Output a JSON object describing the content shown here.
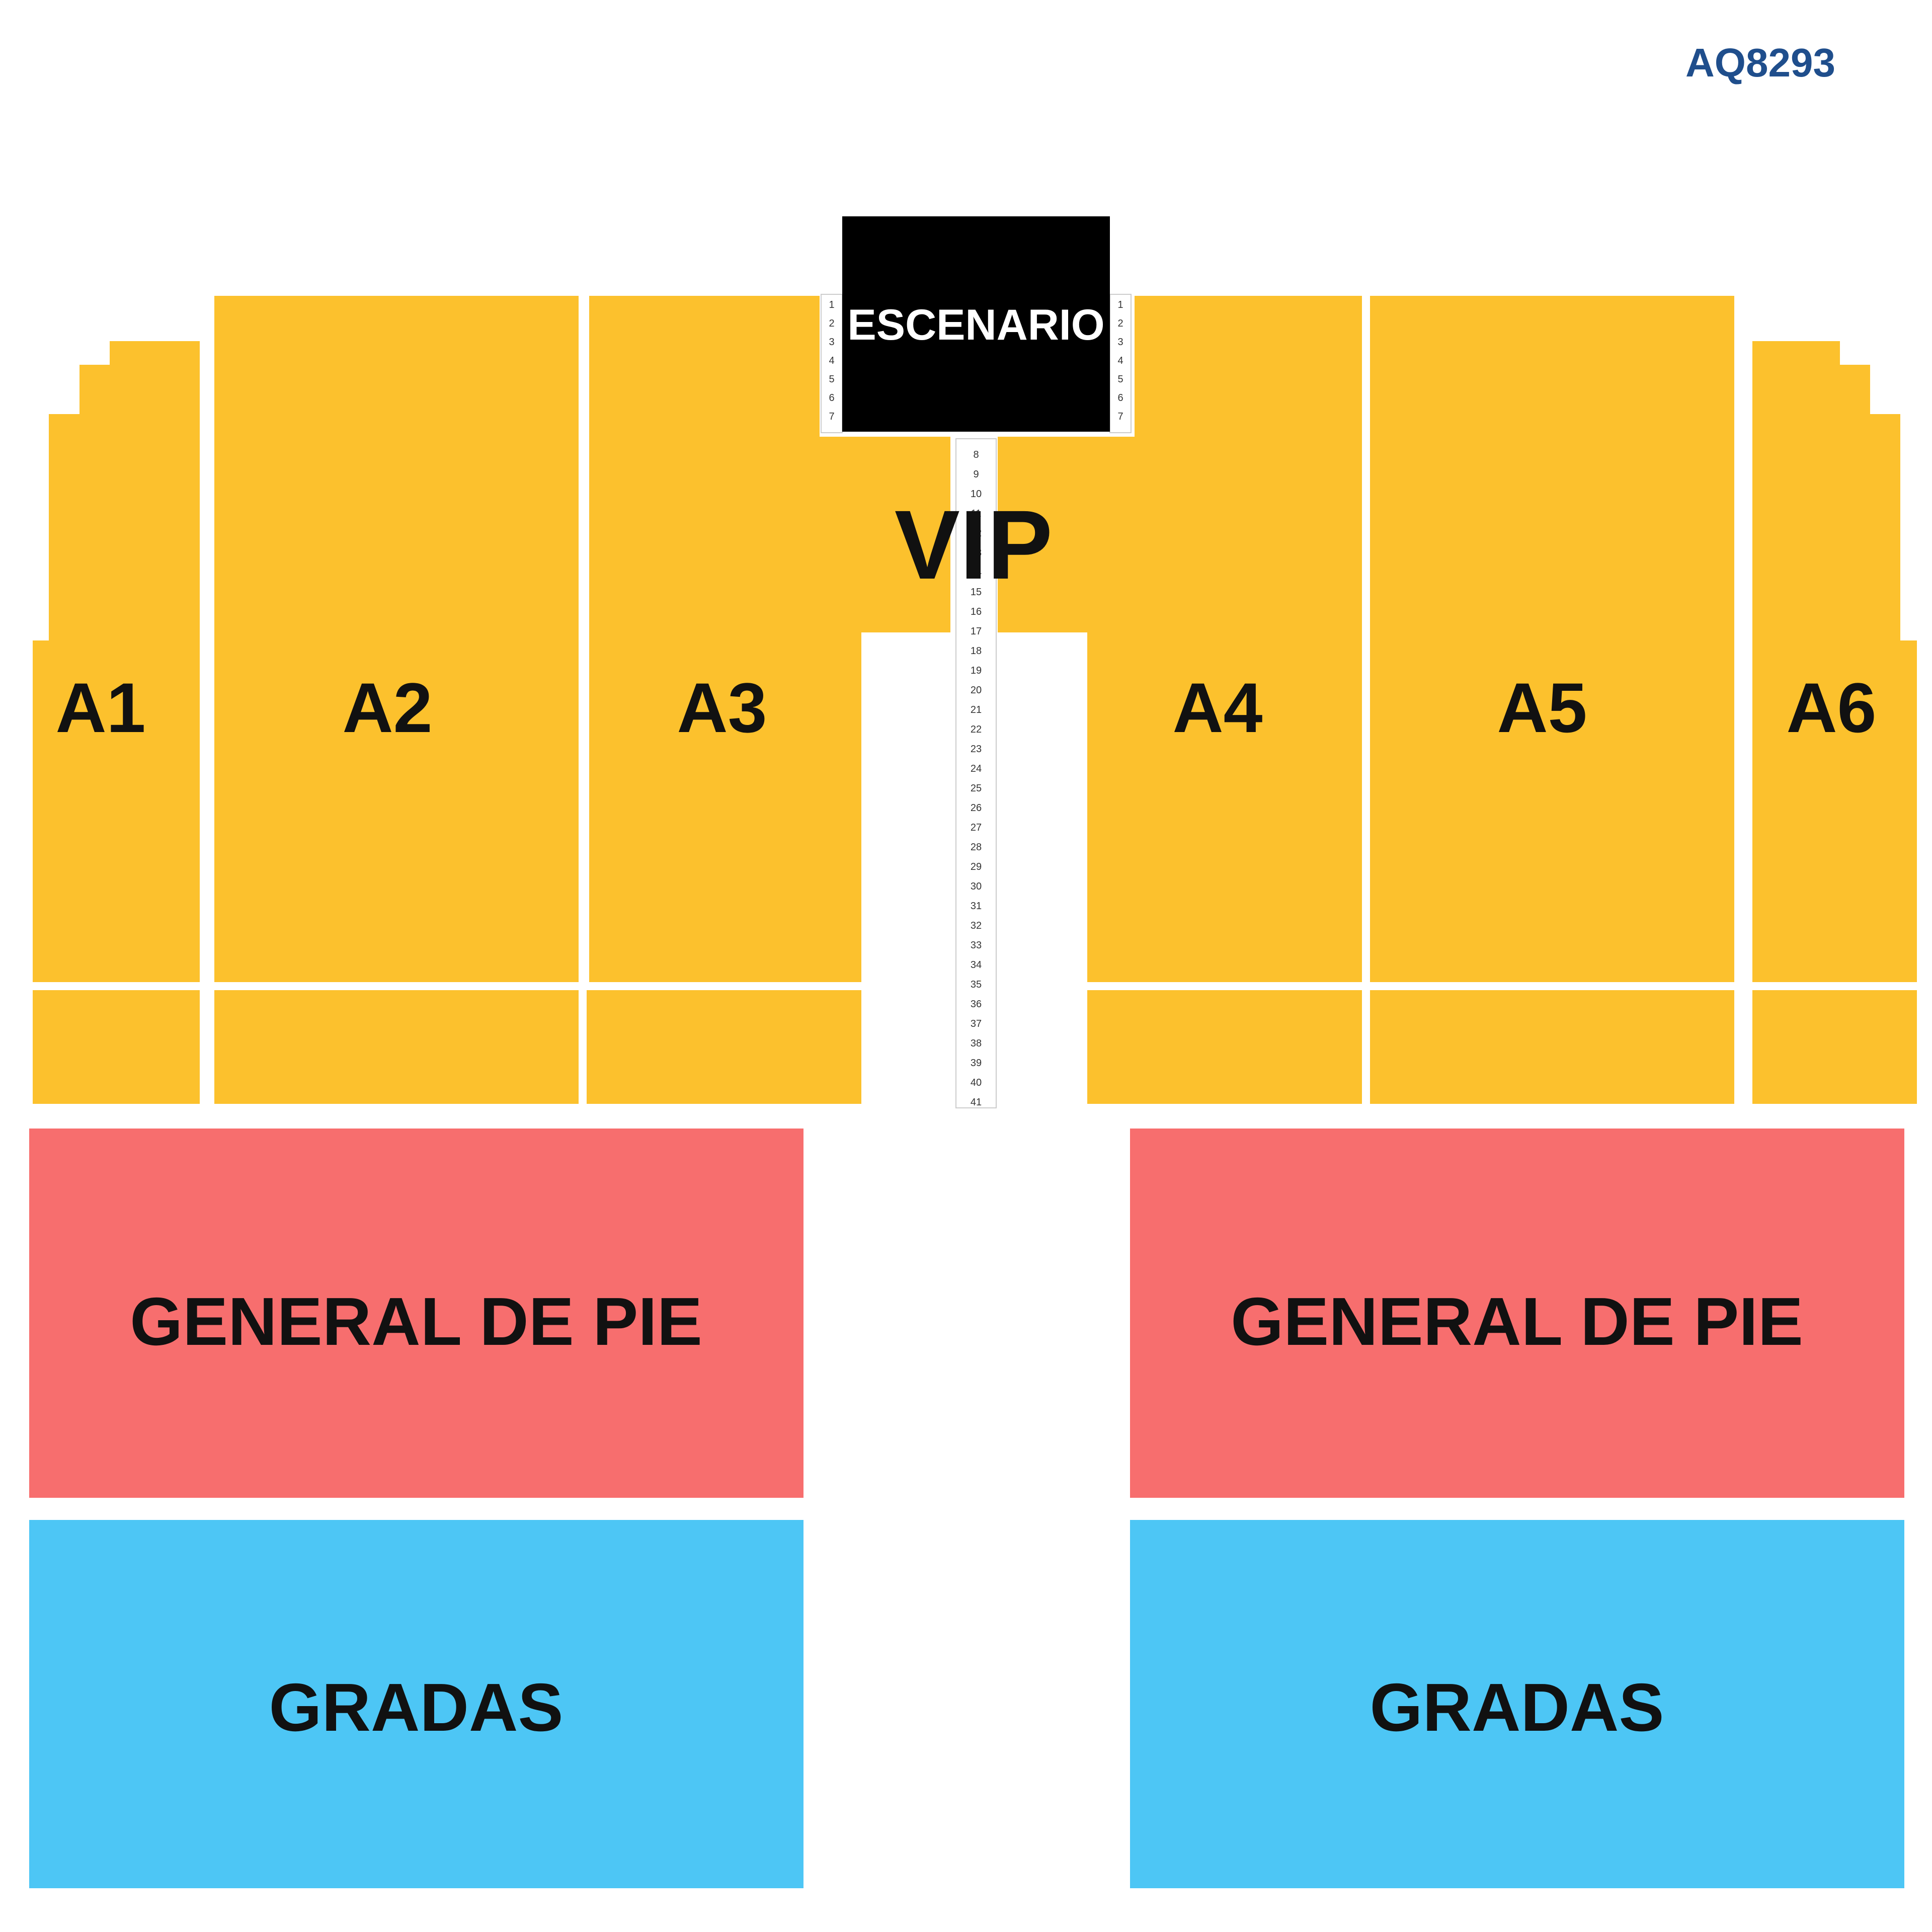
{
  "map_code": "AQ8293",
  "stage_label": "ESCENARIO",
  "vip_label": "VIP",
  "sections": {
    "a1": "A1",
    "a2": "A2",
    "a3": "A3",
    "a4": "A4",
    "a5": "A5",
    "a6": "A6"
  },
  "general_left": "GENERAL DE PIE",
  "general_right": "GENERAL DE PIE",
  "gradas_left": "GRADAS",
  "gradas_right": "GRADAS",
  "stage_rows_left": [
    "1",
    "2",
    "3",
    "4",
    "5",
    "6",
    "7"
  ],
  "stage_rows_right": [
    "1",
    "2",
    "3",
    "4",
    "5",
    "6",
    "7"
  ],
  "aisle_rows": [
    "8",
    "9",
    "10",
    "11",
    "12",
    "13",
    "14",
    "15",
    "16",
    "17",
    "18",
    "19",
    "20",
    "21",
    "22",
    "23",
    "24",
    "25",
    "26",
    "27",
    "28",
    "29",
    "30",
    "31",
    "32",
    "33",
    "34",
    "35",
    "36",
    "37",
    "38",
    "39",
    "40",
    "41"
  ],
  "colors": {
    "vip_zone": "#FCC12D",
    "general_zone": "#F76E6E",
    "gradas_zone": "#4DC6F5",
    "stage": "#000000",
    "code_text": "#1F4E8C"
  }
}
